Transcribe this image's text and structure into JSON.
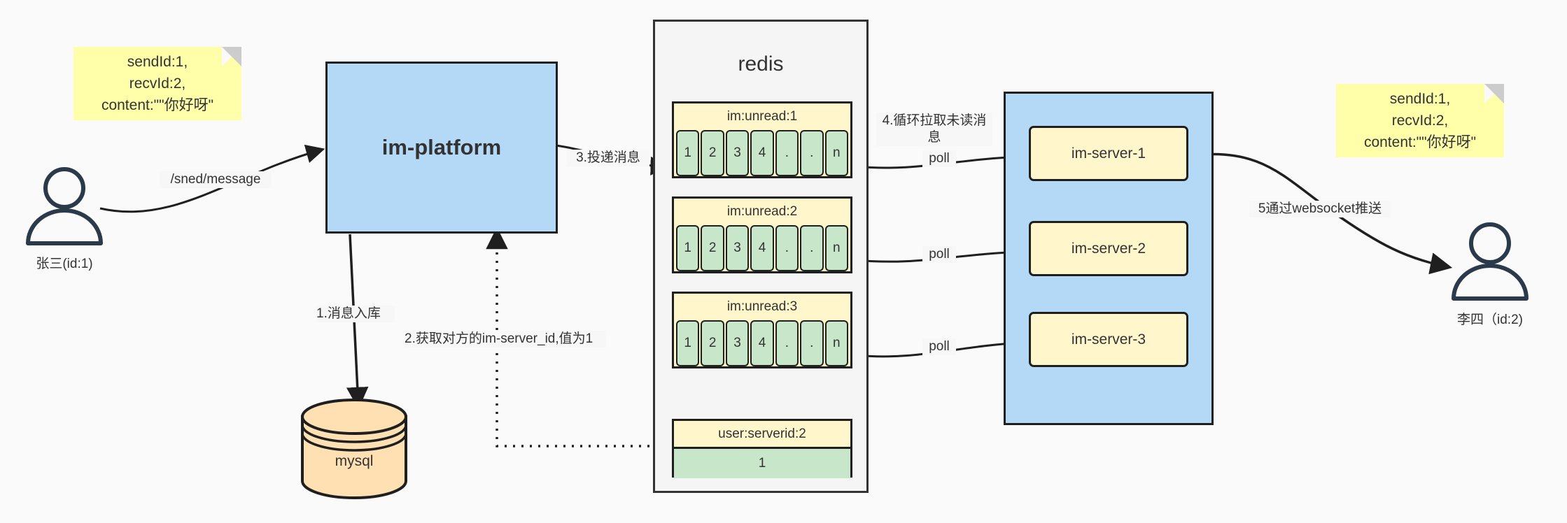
{
  "diagram": {
    "title": "IM message delivery architecture",
    "colors": {
      "note_fill": "#ffffaa",
      "note_fold": "#cccccc",
      "platform_fill": "#b3d9f7",
      "server_fill": "#fff6cc",
      "queue_cell_fill": "#c8e6c9",
      "redis_fill": "#f5f5f5",
      "mysql_fill": "#ffe0b2",
      "stroke": "#1f1f1f",
      "actor_stroke": "#2b3a4a",
      "background": "#fafafa"
    }
  },
  "notes": {
    "left": "sendId:1,\nrecvId:2,\ncontent:\"\"你好呀\"",
    "right": "sendId:1,\nrecvId:2,\ncontent:\"\"你好呀\""
  },
  "actors": {
    "sender": {
      "label": "张三(id:1)"
    },
    "receiver": {
      "label": "李四（id:2)"
    }
  },
  "nodes": {
    "platform": {
      "label": "im-platform"
    },
    "mysql": {
      "label": "mysql"
    },
    "redis": {
      "label": "redis"
    },
    "servers": [
      {
        "label": "im-server-1"
      },
      {
        "label": "im-server-2"
      },
      {
        "label": "im-server-3"
      }
    ]
  },
  "redis_keys": {
    "queues": [
      {
        "name": "im:unread:1",
        "cells": [
          "1",
          "2",
          "3",
          "4",
          ".",
          ".",
          "n"
        ]
      },
      {
        "name": "im:unread:2",
        "cells": [
          "1",
          "2",
          "3",
          "4",
          ".",
          ".",
          "n"
        ]
      },
      {
        "name": "im:unread:3",
        "cells": [
          "1",
          "2",
          "3",
          "4",
          ".",
          ".",
          "n"
        ]
      }
    ],
    "kv": {
      "name": "user:serverid:2",
      "value": "1"
    }
  },
  "edges": {
    "send_message": "/sned/message",
    "step1": "1.消息入库",
    "step2": "2.获取对方的im-server_id,值为1",
    "step3": "3.投递消息",
    "step4": "4.循环拉取未读消\n息",
    "poll1": "poll",
    "poll2": "poll",
    "poll3": "poll",
    "step5": "5通过websocket推送"
  }
}
